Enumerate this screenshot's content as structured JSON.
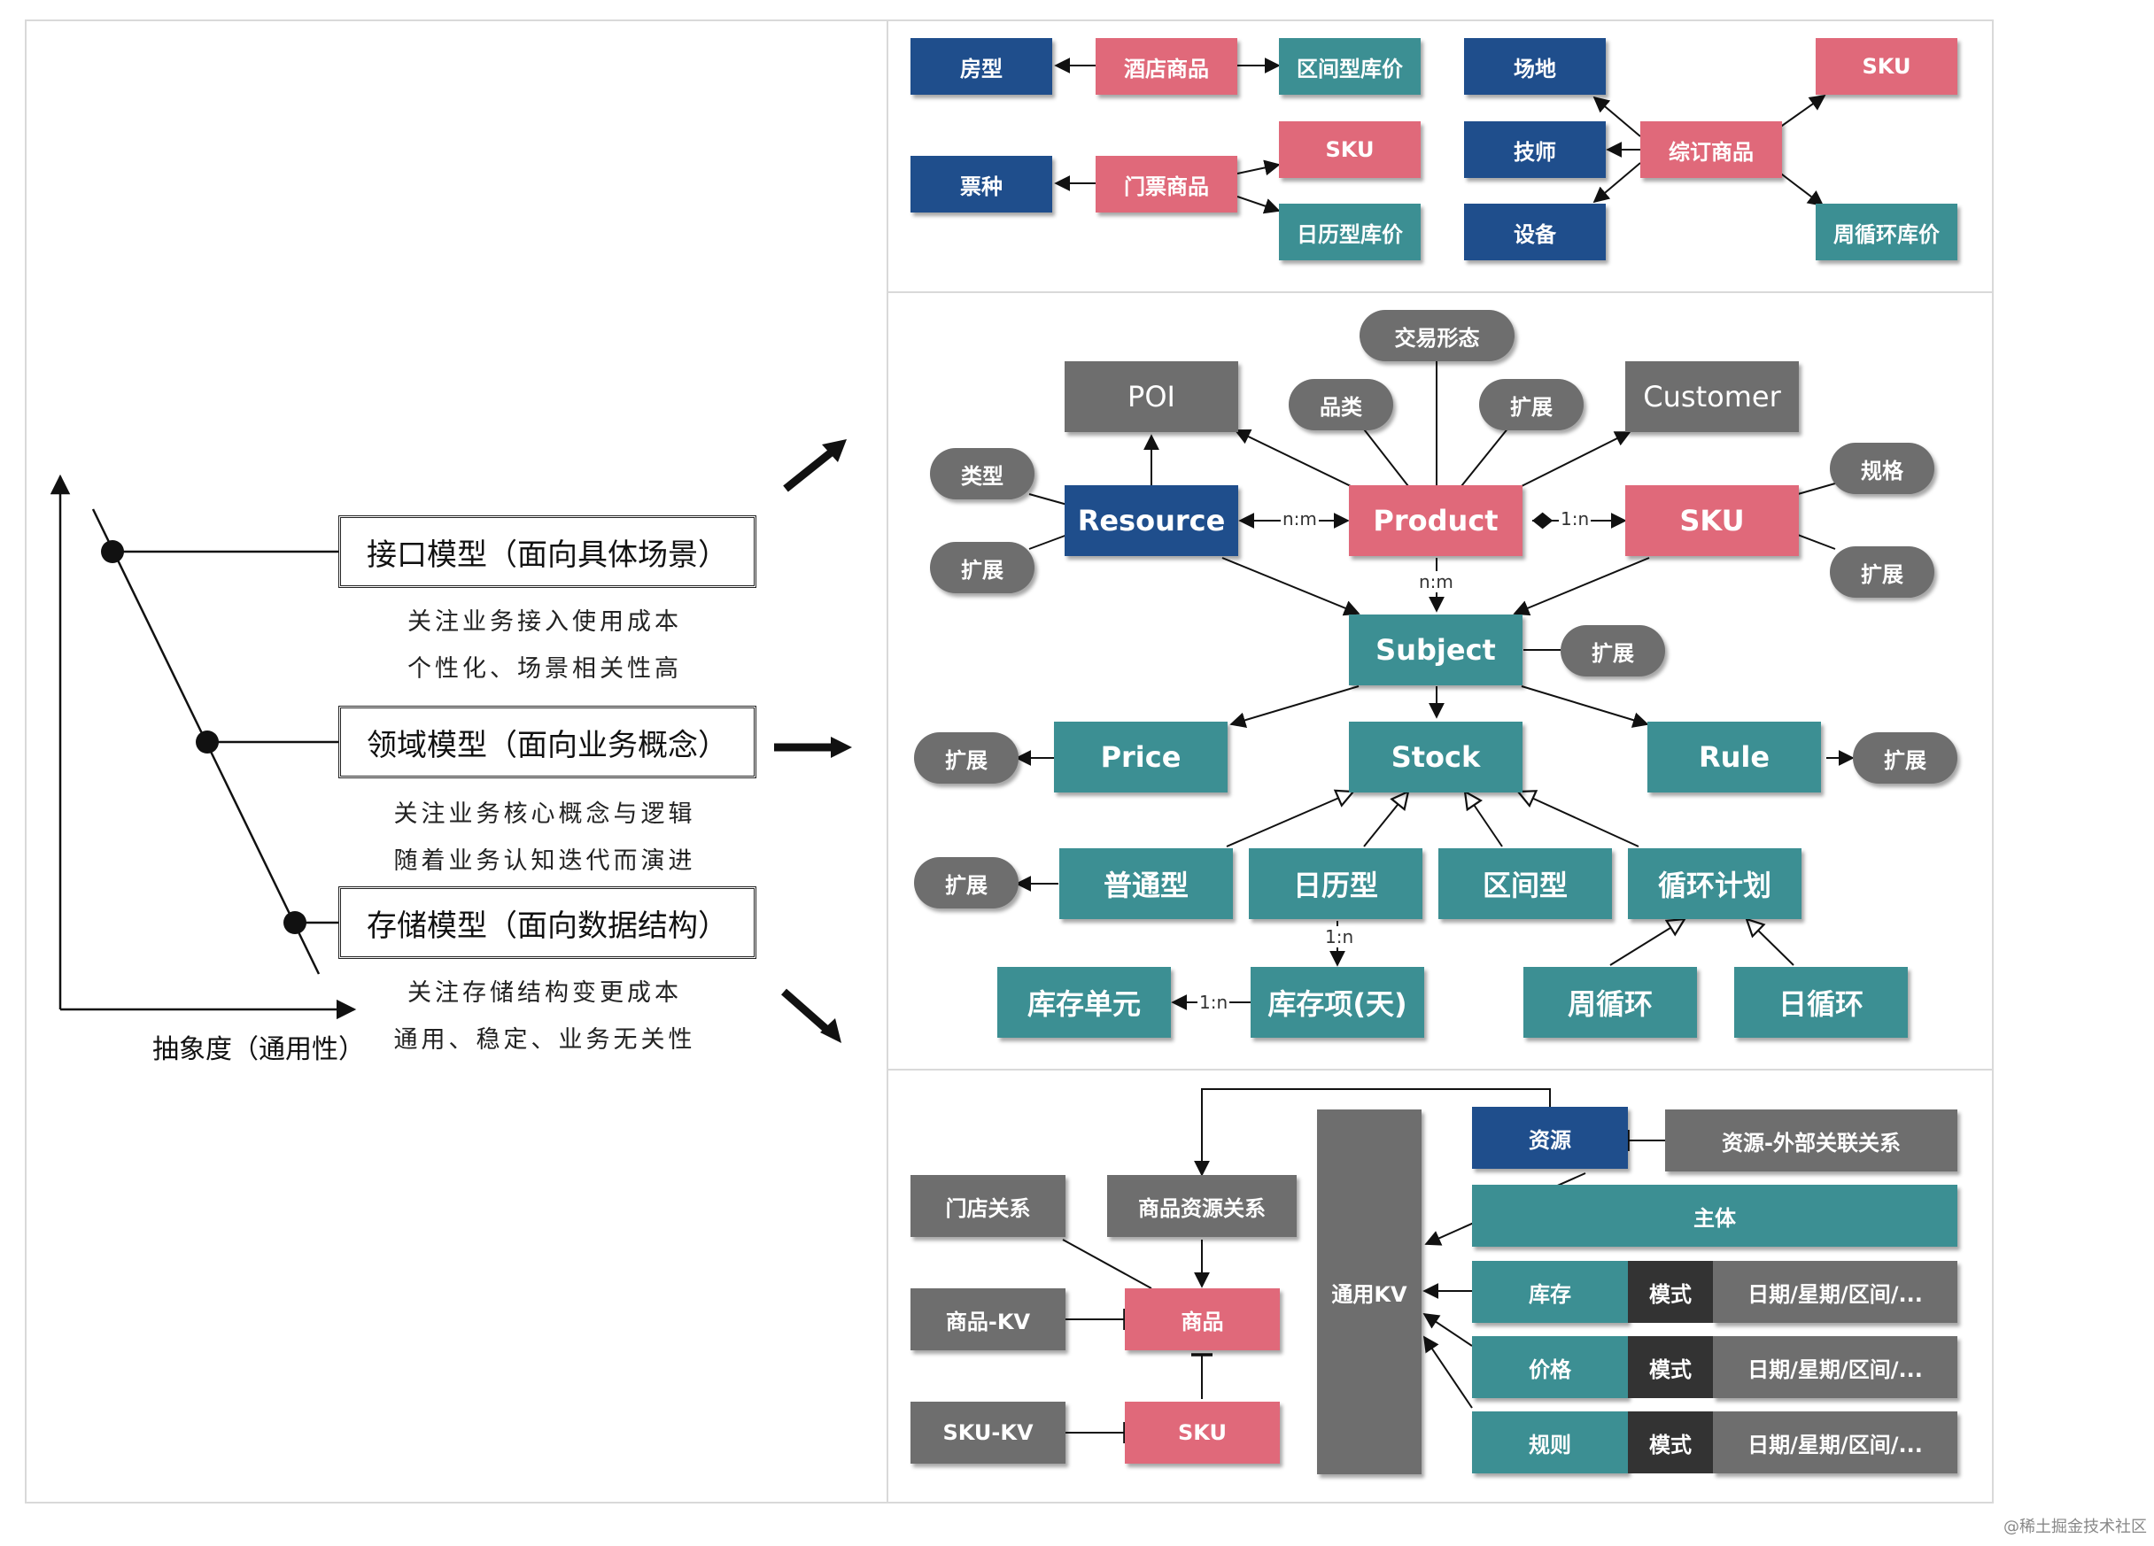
{
  "left": {
    "axis_label": "抽象度（通用性）",
    "models": [
      {
        "title": "接口模型（面向具体场景）",
        "notes": [
          "关注业务接入使用成本",
          "个性化、场景相关性高"
        ]
      },
      {
        "title": "领域模型（面向业务概念）",
        "notes": [
          "关注业务核心概念与逻辑",
          "随着业务认知迭代而演进"
        ]
      },
      {
        "title": "存储模型（面向数据结构）",
        "notes": [
          "关注存储结构变更成本",
          "通用、稳定、业务无关性"
        ]
      }
    ]
  },
  "top_panel": {
    "room_type": "房型",
    "hotel_goods": "酒店商品",
    "range_price": "区间型库价",
    "ticket_type": "票种",
    "ticket_goods": "门票商品",
    "sku": "SKU",
    "calendar_price": "日历型库价",
    "venue": "场地",
    "technician": "技师",
    "device": "设备",
    "combo_goods": "综订商品",
    "combo_sku": "SKU",
    "weekly_price": "周循环库价"
  },
  "middle_panel": {
    "trade_form": "交易形态",
    "poi": "POI",
    "category": "品类",
    "ext": "扩展",
    "customer": "Customer",
    "type": "类型",
    "spec": "规格",
    "resource": "Resource",
    "product": "Product",
    "sku": "SKU",
    "subject": "Subject",
    "price": "Price",
    "stock": "Stock",
    "rule": "Rule",
    "normal": "普通型",
    "calendar": "日历型",
    "range": "区间型",
    "cycle_plan": "循环计划",
    "stock_unit": "库存单元",
    "stock_item": "库存项(天)",
    "weekly": "周循环",
    "daily": "日循环",
    "rel_nm_1": "n:m",
    "rel_1n_1": "1:n",
    "rel_nm_2": "n:m",
    "rel_1n_2": "1:n",
    "rel_1n_3": "1:n"
  },
  "bottom_panel": {
    "store_rel": "门店关系",
    "goods_res_rel": "商品资源关系",
    "goods_kv": "商品-KV",
    "goods": "商品",
    "sku_kv": "SKU-KV",
    "sku": "SKU",
    "common_kv": "通用KV",
    "resource": "资源",
    "resource_ext": "资源-外部关联关系",
    "subject": "主体",
    "rows": [
      {
        "name": "库存",
        "mode": "模式",
        "value": "日期/星期/区间/..."
      },
      {
        "name": "价格",
        "mode": "模式",
        "value": "日期/星期/区间/..."
      },
      {
        "name": "规则",
        "mode": "模式",
        "value": "日期/星期/区间/..."
      }
    ]
  },
  "watermark": "@稀土掘金技术社区",
  "colors": {
    "blue": "#1f4e8c",
    "pink": "#e0697a",
    "teal": "#3c8f93",
    "gray": "#6e6e6e",
    "dark": "#333333"
  }
}
